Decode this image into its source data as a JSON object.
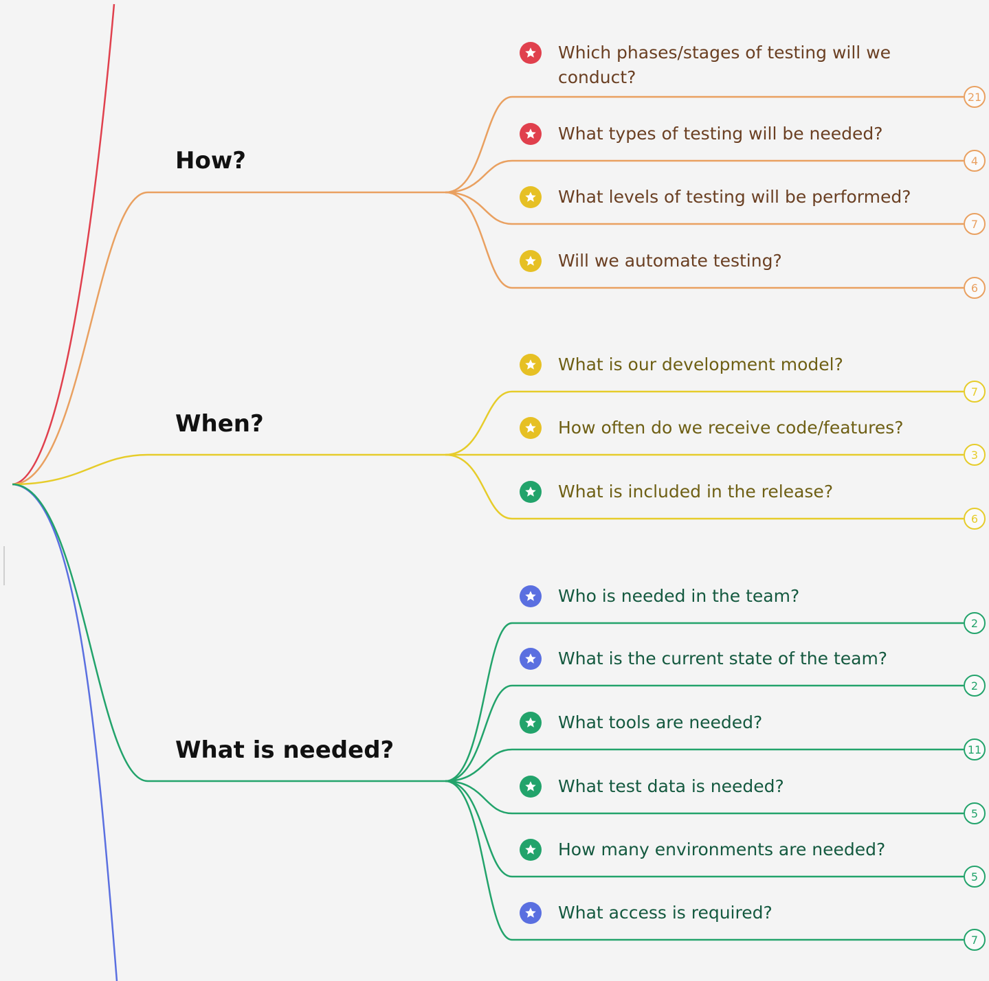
{
  "colors": {
    "background": "#f4f4f4",
    "red": "#e0404d",
    "orange": "#e9a060",
    "yellow": "#e6cc2a",
    "green": "#22a36b",
    "blue": "#5a6fe0",
    "text_orange": "#6a3f22",
    "text_yellow": "#6e5f14",
    "text_green": "#14593f"
  },
  "branches": [
    {
      "title": "How?",
      "color": "#e9a060",
      "text_color": "#6a3f22",
      "items": [
        {
          "label": "Which phases/stages of testing will we conduct?",
          "icon": "star-icon",
          "icon_color": "#e0404d",
          "count": "21"
        },
        {
          "label": "What types of testing will be needed?",
          "icon": "star-icon",
          "icon_color": "#e0404d",
          "count": "4"
        },
        {
          "label": "What levels of testing will be performed?",
          "icon": "star-icon",
          "icon_color": "#e6c024",
          "count": "7"
        },
        {
          "label": "Will we automate testing?",
          "icon": "star-icon",
          "icon_color": "#e6c024",
          "count": "6"
        }
      ]
    },
    {
      "title": "When?",
      "color": "#e6cc2a",
      "text_color": "#6e5f14",
      "items": [
        {
          "label": "What is our development model?",
          "icon": "star-icon",
          "icon_color": "#e6c024",
          "count": "7"
        },
        {
          "label": "How often do we receive code/features?",
          "icon": "star-icon",
          "icon_color": "#e6c024",
          "count": "3"
        },
        {
          "label": "What is included in the release?",
          "icon": "star-icon",
          "icon_color": "#22a36b",
          "count": "6"
        }
      ]
    },
    {
      "title": "What is needed?",
      "color": "#22a36b",
      "text_color": "#14593f",
      "items": [
        {
          "label": "Who is needed in the team?",
          "icon": "star-icon",
          "icon_color": "#5a6fe0",
          "count": "2"
        },
        {
          "label": "What is the current state of the team?",
          "icon": "star-icon",
          "icon_color": "#5a6fe0",
          "count": "2"
        },
        {
          "label": "What tools are needed?",
          "icon": "star-icon",
          "icon_color": "#22a36b",
          "count": "11"
        },
        {
          "label": "What test data is needed?",
          "icon": "star-icon",
          "icon_color": "#22a36b",
          "count": "5"
        },
        {
          "label": "How many environments are needed?",
          "icon": "star-icon",
          "icon_color": "#22a36b",
          "count": "5"
        },
        {
          "label": "What access is required?",
          "icon": "star-icon",
          "icon_color": "#5a6fe0",
          "count": "7"
        }
      ]
    }
  ]
}
